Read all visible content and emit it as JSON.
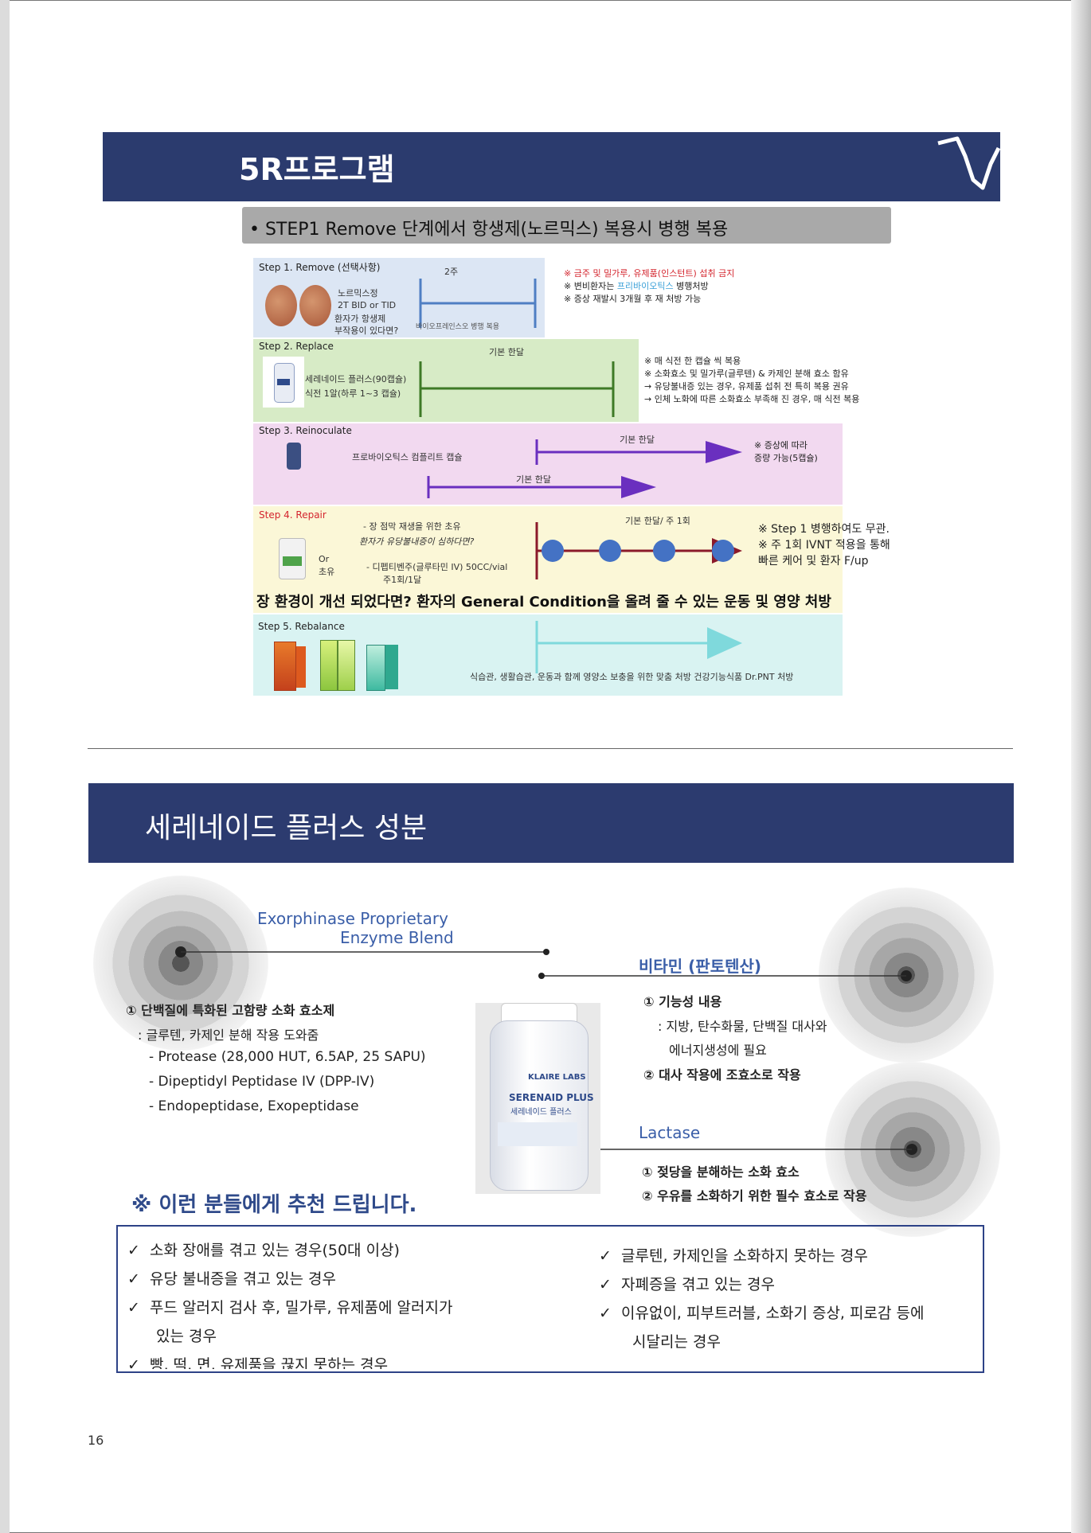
{
  "page_number": "16",
  "slide1": {
    "title": "5R프로그램",
    "subtitle": "•  STEP1 Remove 단계에서 항생제(노르믹스) 복용시 병행 복용",
    "step1": {
      "label": "Step 1. Remove (선택사항)",
      "period": "2주",
      "drug": "노르믹스정",
      "dose": "2T BID or TID",
      "q1": "환자가 항생제",
      "q2": "부작용이 있다면?",
      "bar_note": "바이오프레인스오 병행 복용",
      "notes": [
        "※ 금주 및 밀가루, 유제품(인스턴트) 섭취 금지",
        "※ 변비환자는 프리바이오틱스 병행처방",
        "※ 증상 재발시 3개월 후 재 처방 가능"
      ],
      "note2_prefix": "※ 변비환자는 ",
      "note2_highlight": "프리바이오틱스",
      "note2_suffix": " 병행처방"
    },
    "step2": {
      "label": "Step 2. Replace",
      "period": "기본 한달",
      "product": "세레네이드 플러스(90캡슐)",
      "dose": "식전 1알(하루 1~3 캡슐)",
      "notes": [
        "※ 매 식전 한 캡슐 씩 복용",
        "※ 소화효소 및 밀가루(글루텐) & 카제인 분해 효소 함유",
        "→ 유당불내증 있는 경우, 유제품 섭취 전 특히 복용 권유",
        "→ 인체 노화에 따른 소화효소 부족해 진 경우, 매 식전 복용"
      ]
    },
    "step3": {
      "label": "Step 3. Reinoculate",
      "product": "프로바이오틱스 컴플리트 캡슐",
      "period1": "기본 한달",
      "period2": "기본 한달",
      "note1": "※ 증상에 따라",
      "note2": "증량 가능(5캡슐)"
    },
    "step4": {
      "label": "Step 4. Repair",
      "line1": "- 장 점막 재생을 위한 초유",
      "line2": "환자가 유당불내증이 심하다면?",
      "line3": "-  디펩티벤주(글루타민 IV) 50CC/vial",
      "line4": "주1회/1달",
      "or_text": "Or",
      "colostrum": "초유",
      "period": "기본 한달/ 주 1회",
      "notes": [
        "※ Step 1 병행하여도 무관.",
        "※ 주 1회 IVNT 적용을 통해",
        "빠른 케어 및 환자 F/up"
      ]
    },
    "condition_text": "장 환경이 개선 되었다면? 환자의 General Condition을 올려 줄 수 있는 운동 및 영양 처방",
    "step5": {
      "label": "Step 5. Rebalance",
      "text": "식습관, 생활습관, 운동과 함께 영양소 보충을 위한 맞춤 처방 건강기능식품 Dr.PNT 처방"
    }
  },
  "slide2": {
    "title": "세레네이드 플러스 성분",
    "blend1": "Exorphinase Proprietary",
    "blend2": "Enzyme Blend",
    "protein_title": "① 단백질에 특화된 고함량 소화 효소제",
    "protein_sub": ": 글루텐, 카제인 분해 작용 도와줌",
    "protein_items": [
      "- Protease (28,000 HUT, 6.5AP, 25 SAPU)",
      "- Dipeptidyl Peptidase IV (DPP-IV)",
      "- Endopeptidase, Exopeptidase"
    ],
    "vitamin_title": "비타민 (판토텐산)",
    "vitamin_1": "① 기능성 내용",
    "vitamin_1a": ": 지방, 탄수화물, 단백질 대사와",
    "vitamin_1b": "에너지생성에 필요",
    "vitamin_2": "② 대사 작용에 조효소로 작용",
    "lactase_title": "Lactase",
    "lactase_1": "① 젖당을 분해하는 소화 효소",
    "lactase_2": "② 우유를 소화하기 위한 필수 효소로 작용",
    "bottle_brand": "KLAIRE LABS",
    "bottle_name": "SERENAID PLUS",
    "bottle_kor": "세레네이드 플러스",
    "recommend_title": "※ 이런 분들에게 추천 드립니다.",
    "left_checks": [
      "소화 장애를 겪고 있는 경우(50대 이상)",
      "유당 불내증을 겪고 있는 경우",
      "푸드 알러지 검사 후, 밀가루, 유제품에 알러지가",
      "있는 경우",
      "빵, 떡, 면, 유제품을 끊지 못하는 경우"
    ],
    "right_checks": [
      "글루텐, 카제인을 소화하지 못하는 경우",
      "자폐증을 겪고 있는 경우",
      "이유없이, 피부트러블, 소화기 증상, 피로감 등에",
      "시달리는 경우"
    ],
    "check_mark": "✓"
  },
  "colors": {
    "header_navy": "#2b3b6e",
    "accent_blue": "#3a5ea8",
    "step1_bg": "#dce6f4",
    "step2_bg": "#d7ebc6",
    "step3_bg": "#f2d9f0",
    "step4_bg": "#fbf7d7",
    "step5_bg": "#d9f3f2",
    "step4_arrow": "#8b1a2a",
    "dot_blue": "#4472c4",
    "step3_arrow": "#6a2fbf",
    "step5_arrow": "#7fd9dc",
    "red_text": "#d4252e"
  }
}
